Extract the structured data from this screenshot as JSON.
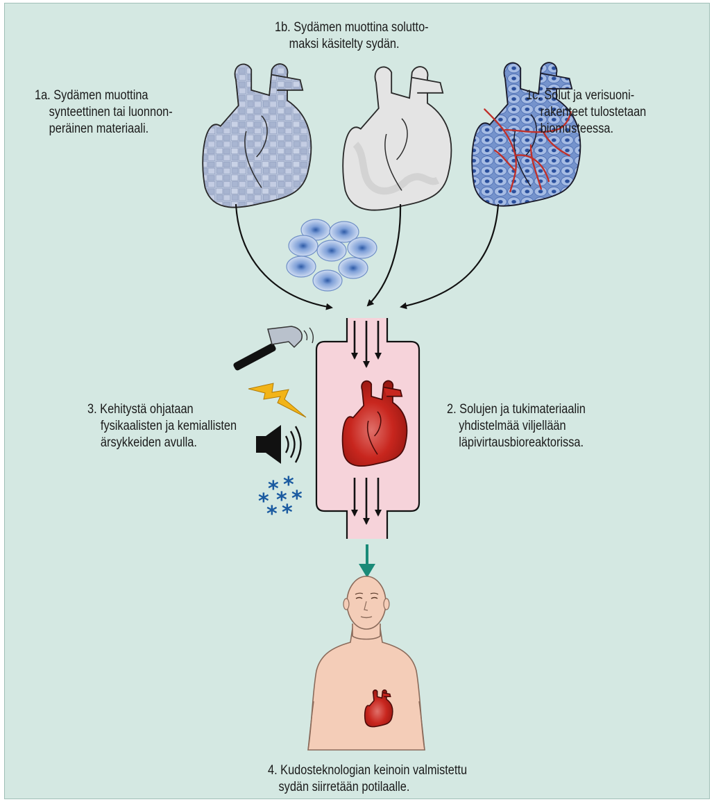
{
  "labels": {
    "step_1a": [
      "1a. Sydämen muottina",
      "synteettinen tai luonnon-",
      "peräinen materiaali."
    ],
    "step_1b": [
      "1b. Sydämen muottina solutto-",
      "maksi käsitelty sydän."
    ],
    "step_1c": [
      "1c. Solut ja verisuoni-",
      "rakenteet tulostetaan",
      "biomusteessa."
    ],
    "step_2": [
      "2. Solujen ja tukimateriaalin",
      "yhdistelmää viljellään",
      "läpivirtausbioreaktorissa."
    ],
    "step_3": [
      "3. Kehitystä ohjataan",
      "fysikaalisten ja kemiallisten",
      "ärsykkeiden avulla."
    ],
    "step_4": [
      "4. Kudosteknologian keinoin valmistettu",
      "sydän siirretään potilaalle."
    ]
  },
  "icons": [
    "synthetic-scaffold-heart-icon",
    "decellularized-heart-icon",
    "bioprinted-heart-icon",
    "cells-icon",
    "bioreactor-icon",
    "hammer-icon",
    "lightning-icon",
    "speaker-icon",
    "snowflake-icon",
    "patient-icon"
  ],
  "colors": {
    "background": "#d4e8e2",
    "bioreactor": "#f6d3da",
    "heart_red": "#c8261e",
    "scaffold_blue": "#b4c0d8",
    "cell_blue": "#3560a8",
    "vessel_red": "#c0302a",
    "lightning": "#f2b418",
    "snowflake": "#1a5aa0",
    "arrow_teal": "#1a8a78",
    "skin": "#f4cdb8"
  }
}
